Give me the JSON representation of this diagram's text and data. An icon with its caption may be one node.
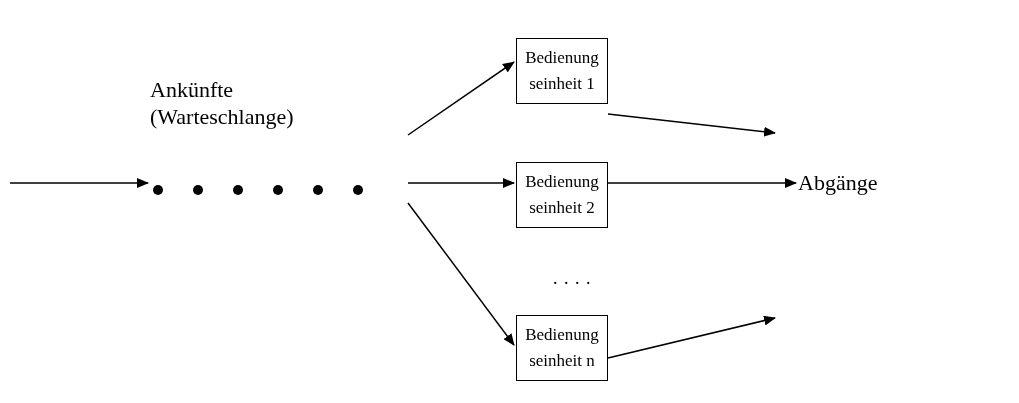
{
  "diagram": {
    "nodes": [
      {
        "text": [
          "Ankünfte (Warteschlange)"
        ]
      },
      {
        "text": [
          "Bedienung seinheit 1"
        ]
      },
      {
        "text": [
          "Bedienung seinheit 2"
        ]
      },
      {
        "text": [
          "Bedienung seinheit n"
        ]
      },
      {
        "text": [
          "Abgänge"
        ]
      }
    ],
    "edges": [
      {
        "from": null,
        "to": 0,
        "arrow": "to"
      },
      {
        "from": 0,
        "to": 1,
        "arrow": "to"
      },
      {
        "from": 0,
        "to": 2,
        "arrow": "to"
      },
      {
        "from": 0,
        "to": 3,
        "arrow": "to"
      },
      {
        "from": 1,
        "to": null,
        "arrow": "to"
      },
      {
        "from": 2,
        "to": 4,
        "arrow": "to"
      },
      {
        "from": 3,
        "to": null,
        "arrow": "to"
      }
    ],
    "labels": [
      ". . . ."
    ]
  }
}
